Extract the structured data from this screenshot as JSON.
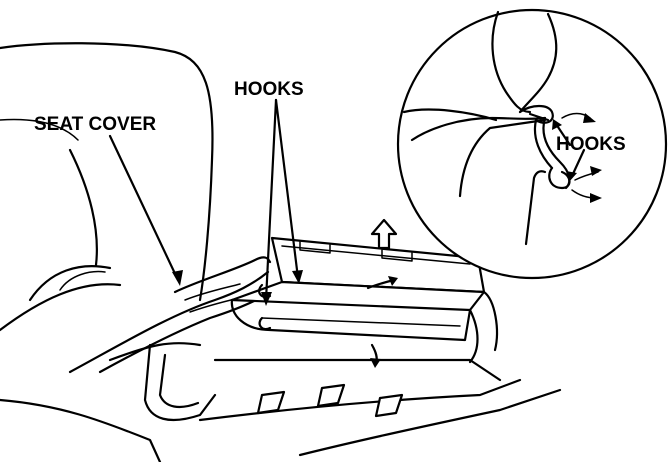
{
  "labels": {
    "seat_cover": "SEAT COVER",
    "hooks_main": "HOOKS",
    "hooks_detail": "HOOKS"
  },
  "colors": {
    "ink": "#000000",
    "paper": "#ffffff"
  }
}
